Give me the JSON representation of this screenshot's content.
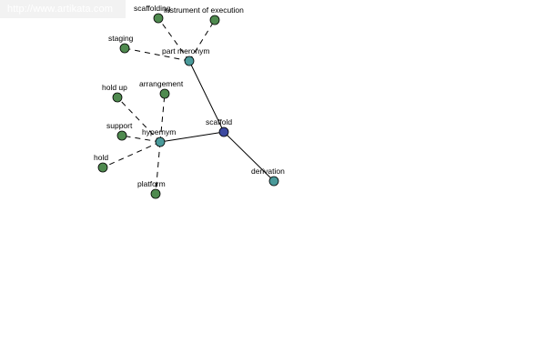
{
  "watermark": {
    "url": "http://www.artikata.com"
  },
  "colors": {
    "leaf": "#4f8a4f",
    "relation": "#4a9a9a",
    "center": "#3d4aa0",
    "watermark_bg": "#f2f2f2"
  },
  "graph": {
    "center": "scaffold",
    "relations": {
      "part_meronym": "part meronym",
      "hypernym": "hypernym",
      "derivation": "derivation"
    },
    "part_meronym_terms": [
      "scaffolding",
      "instrument of execution",
      "staging"
    ],
    "hypernym_terms": [
      "arrangement",
      "hold up",
      "support",
      "hold",
      "platform"
    ]
  }
}
